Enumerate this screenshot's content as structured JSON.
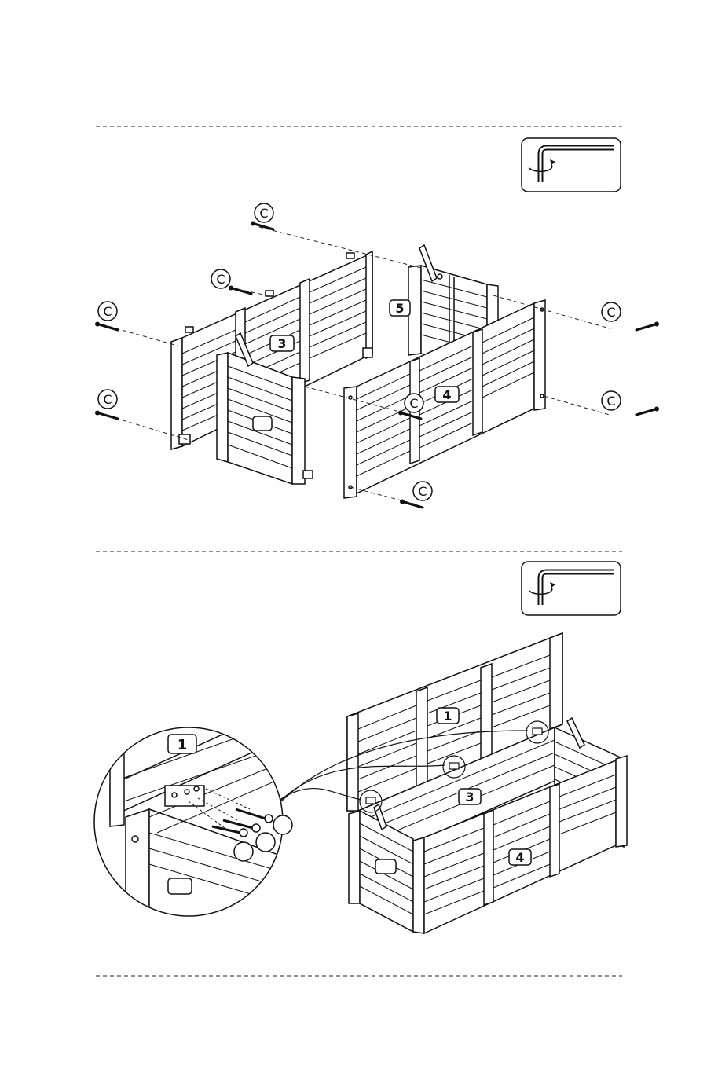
{
  "tool_icon": {
    "name": "allen-key-icon"
  },
  "step_one": {
    "labels": {
      "panel_3": "3",
      "panel_4": "4",
      "panel_5": "5"
    },
    "screw_marker": "C"
  },
  "step_two": {
    "labels": {
      "lid": "1",
      "back": "3",
      "front": "4",
      "detail_lid": "1"
    }
  }
}
